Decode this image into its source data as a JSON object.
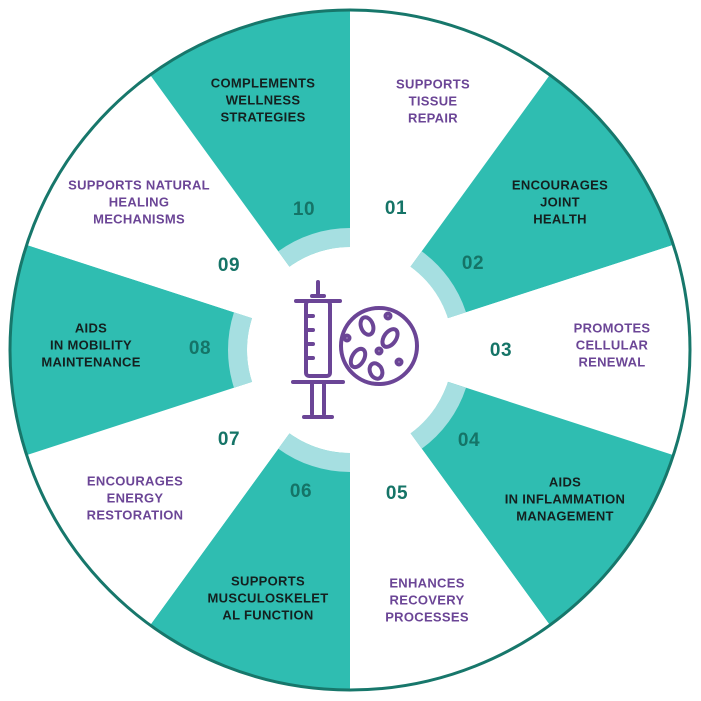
{
  "colors": {
    "teal": "#2fbdb1",
    "light_teal": "#a6dfe1",
    "number": "#157467",
    "outline": "#17776b",
    "purple_text": "#6b4596",
    "dark_text": "#14201f",
    "icon": "#6b4596"
  },
  "center": {
    "icon": "syringe-and-cell-icon"
  },
  "segments": [
    {
      "number": "01",
      "label": "SUPPORTS\nTISSUE\nREPAIR",
      "fill": "white"
    },
    {
      "number": "02",
      "label": "ENCOURAGES\nJOINT\nHEALTH",
      "fill": "teal"
    },
    {
      "number": "03",
      "label": "PROMOTES\nCELLULAR\nRENEWAL",
      "fill": "white"
    },
    {
      "number": "04",
      "label": "AIDS\nIN INFLAMMATION\nMANAGEMENT",
      "fill": "teal"
    },
    {
      "number": "05",
      "label": "ENHANCES\nRECOVERY\nPROCESSES",
      "fill": "white"
    },
    {
      "number": "06",
      "label": "SUPPORTS\nMUSCULOSKELET\nAL FUNCTION",
      "fill": "teal"
    },
    {
      "number": "07",
      "label": "ENCOURAGES\nENERGY\nRESTORATION",
      "fill": "white"
    },
    {
      "number": "08",
      "label": "AIDS\nIN MOBILITY\nMAINTENANCE",
      "fill": "teal"
    },
    {
      "number": "09",
      "label": "SUPPORTS NATURAL\nHEALING\nMECHANISMS",
      "fill": "white"
    },
    {
      "number": "10",
      "label": "COMPLEMENTS\nWELLNESS\nSTRATEGIES",
      "fill": "teal"
    }
  ]
}
